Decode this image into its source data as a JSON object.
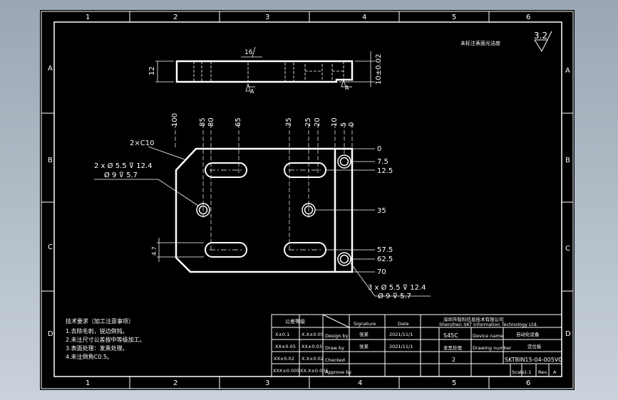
{
  "colors": {
    "background": "#000000",
    "lines": "#ffffff",
    "dim": "#ffffff"
  },
  "frame": {
    "top_zones": [
      "1",
      "2",
      "3",
      "4",
      "5",
      "6"
    ],
    "bottom_zones": [
      "1",
      "2",
      "3",
      "4",
      "5",
      "6"
    ],
    "side_zones": [
      "A",
      "B",
      "C",
      "D"
    ]
  },
  "roughness": {
    "value": "3.2",
    "label": "未标注表面光洁度"
  },
  "side_view": {
    "height": "12",
    "sect": "A",
    "right_dim": "10±0.02",
    "top_dim": "16"
  },
  "front_view": {
    "chamfer": "2×C10",
    "hole1_line1": "2 x Ø 5.5 ⊽ 12.4",
    "hole1_line2": "Ø 9 ⊽ 5.7",
    "hole2_line1": "3 x Ø 5.5 ⊽ 12.4",
    "hole2_line2": "Ø 9 ⊽ 5.7",
    "left_small": "4.7",
    "x_dims": [
      "100",
      "85",
      "80",
      "65",
      "35",
      "25",
      "20",
      "10",
      "5",
      "0"
    ],
    "y_dims": [
      "0",
      "7.5",
      "12.5",
      "35",
      "57.5",
      "62.5",
      "70"
    ]
  },
  "notes": {
    "title": "技术要求（加工注意事项）",
    "lines": [
      "1.去除毛刺，锐边倒钝。",
      "2.未注尺寸公差按中等级加工。",
      "3.表面处理：发黑处理。",
      "4.未注倒角C0.5。"
    ]
  },
  "title_block": {
    "tol_header": "公差等级",
    "tol_rows": [
      [
        "X±0.1",
        "X.X±0.05"
      ],
      [
        "XX±0.05",
        "XX±0.03"
      ],
      [
        "XX±0.02",
        "X.X±0.02"
      ],
      [
        "XXX±0.005",
        "XX.X±0.005"
      ]
    ],
    "signature": "Signature",
    "date": "Date",
    "design": "Design by",
    "drawn": "Draw by",
    "checked": "Checked",
    "approved": "Approve by",
    "design_name": "张某",
    "drawn_name": "张某",
    "design_date": "2021/11/1",
    "drawn_date": "2021/11/1",
    "company_cn": "深圳市智科信息技术有限公司",
    "company_en": "Shenzhen SKT Information Technology Ltd.",
    "material": "S45C",
    "finish": "发黑处理",
    "qty": "2",
    "unit": "A",
    "device_name": "Device name",
    "drawing_number": "Drawing number",
    "part_name": "定位板",
    "device_value": "自动化设备",
    "drawing_no": "SKTBIN15-04-005V0",
    "scale_label": "Scale",
    "scale": "1:1",
    "rev_label": "Rev.",
    "rev": "A"
  }
}
